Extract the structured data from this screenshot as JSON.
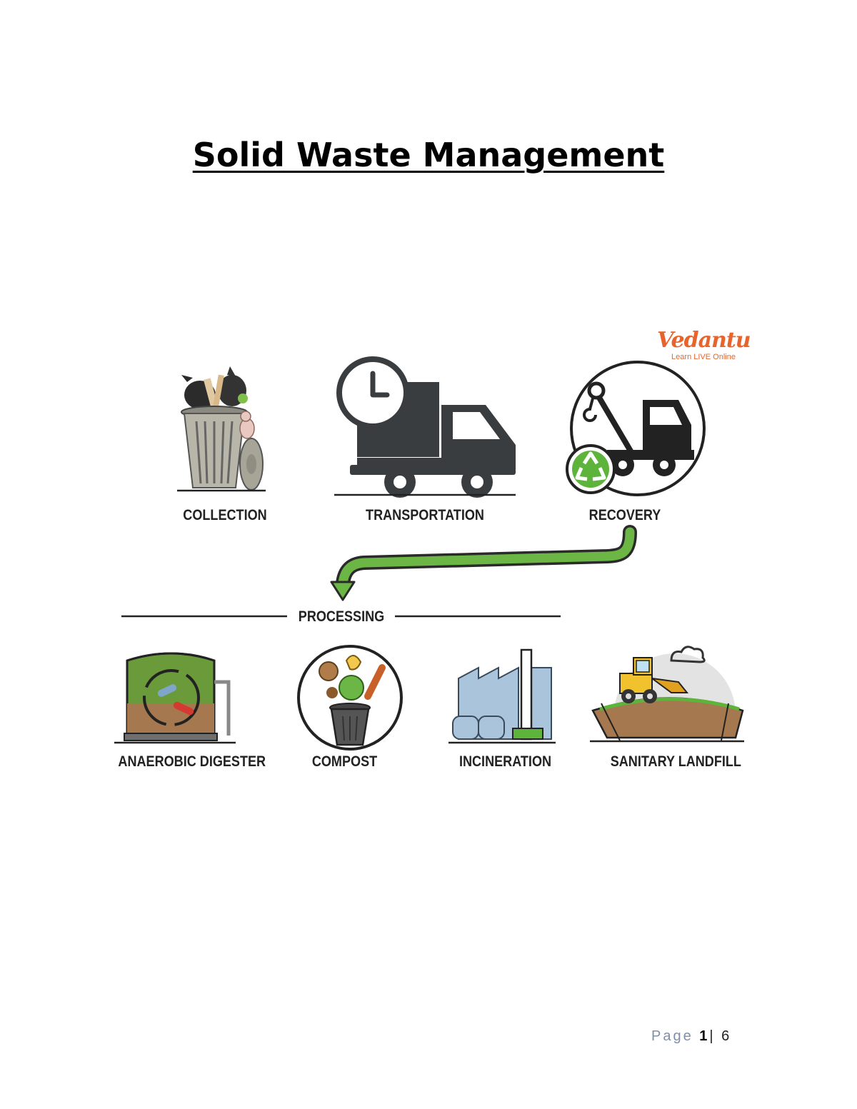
{
  "page_title": "Solid Waste Management",
  "figure": {
    "logo": {
      "name": "Vedantu",
      "tagline": "Learn LIVE Online"
    },
    "stages": {
      "collection": "COLLECTION",
      "transportation": "TRANSPORTATION",
      "recovery": "RECOVERY"
    },
    "processing_label": "PROCESSING",
    "methods": {
      "anaerobic_digester": "ANAEROBIC DIGESTER",
      "compost": "COMPOST",
      "incineration": "INCINERATION",
      "sanitary_landfill": "SANITARY LANDFILL"
    },
    "colors": {
      "arrow_green": "#6bb644",
      "truck_gray": "#3a3d40",
      "logo_orange": "#e8642c",
      "soil_brown": "#a5784f",
      "factory_blue": "#a9c4db"
    },
    "icons": [
      "trash-can-icon",
      "clock-truck-icon",
      "tow-truck-recycle-icon",
      "digester-icon",
      "compost-bin-icon",
      "factory-icon",
      "landfill-bulldozer-icon"
    ]
  },
  "footer": {
    "page_word": "Page",
    "page_number": "1",
    "separator": "|",
    "total_pages": "6"
  }
}
